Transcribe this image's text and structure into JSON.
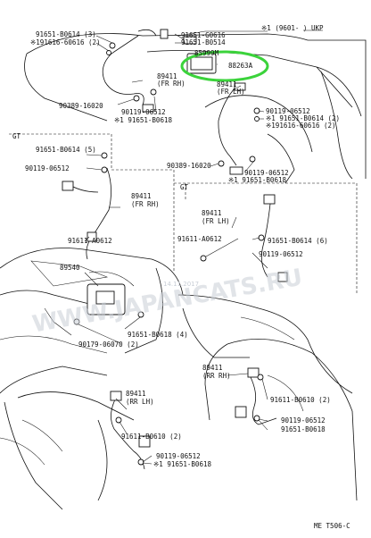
{
  "labels": {
    "header_note": "※1 (9601- ) UKP",
    "top_left_1": "91651-B0614 (3)",
    "top_left_2": "※191616-60616 (2)",
    "top_mid_1": "91651-G0616",
    "top_mid_2": "91651-B0514",
    "top_mid_3": "85999M",
    "highlighted_part": "88263A",
    "fr_rh_top_num": "89411",
    "fr_rh_top_tag": "(FR RH)",
    "bolt_a": "90389-16020",
    "bolt_b": "90119-06512",
    "bolt_c": "※1 91651-B0618",
    "fr_lh_top_num": "89411",
    "fr_lh_top_tag": "(FR LH)",
    "right_a": "90119-06512",
    "right_b": "※1 91651-B0614 (2)",
    "right_c": "※191616-60616 (2)",
    "right_d": "90389-16020",
    "right_e": "90119-06512",
    "right_f": "※1 91651-B0618",
    "gt_left": "GT",
    "gt_left_a": "91651-B0614 (5)",
    "gt_left_b": "90119-06512",
    "gt_left_num": "89411",
    "gt_left_tag": "(FR RH)",
    "gt_left_c": "91611-A0612",
    "gt_right": "GT",
    "gt_right_num": "89411",
    "gt_right_tag": "(FR LH)",
    "gt_right_a": "91611-A0612",
    "gt_right_b": "91651-B0614 (6)",
    "gt_right_c": "90119-06512",
    "ecu_num": "89540",
    "ecu_a": "91651-B0618 (4)",
    "ecu_b": "90179-06070 (2)",
    "rr_rh_num": "89411",
    "rr_rh_tag": "(RR RH)",
    "rr_rh_a": "91611-B0610 (2)",
    "rr_rh_b": "90119-06512",
    "rr_rh_c": "91651-B0618",
    "rr_lh_num": "89411",
    "rr_lh_tag": "(RR LH)",
    "rr_lh_a": "91611-B0610 (2)",
    "rr_lh_b": "90119-06512",
    "rr_lh_c": "※1 91651-B0618",
    "footer_code": "ME T506-C",
    "watermark": "WWW.JAPANCATS.RU",
    "watermark_date": "14.11.2017"
  },
  "colors": {
    "line": "#111111",
    "highlight": "#3bd33b",
    "watermark": "#c9ced6",
    "background": "#ffffff"
  }
}
